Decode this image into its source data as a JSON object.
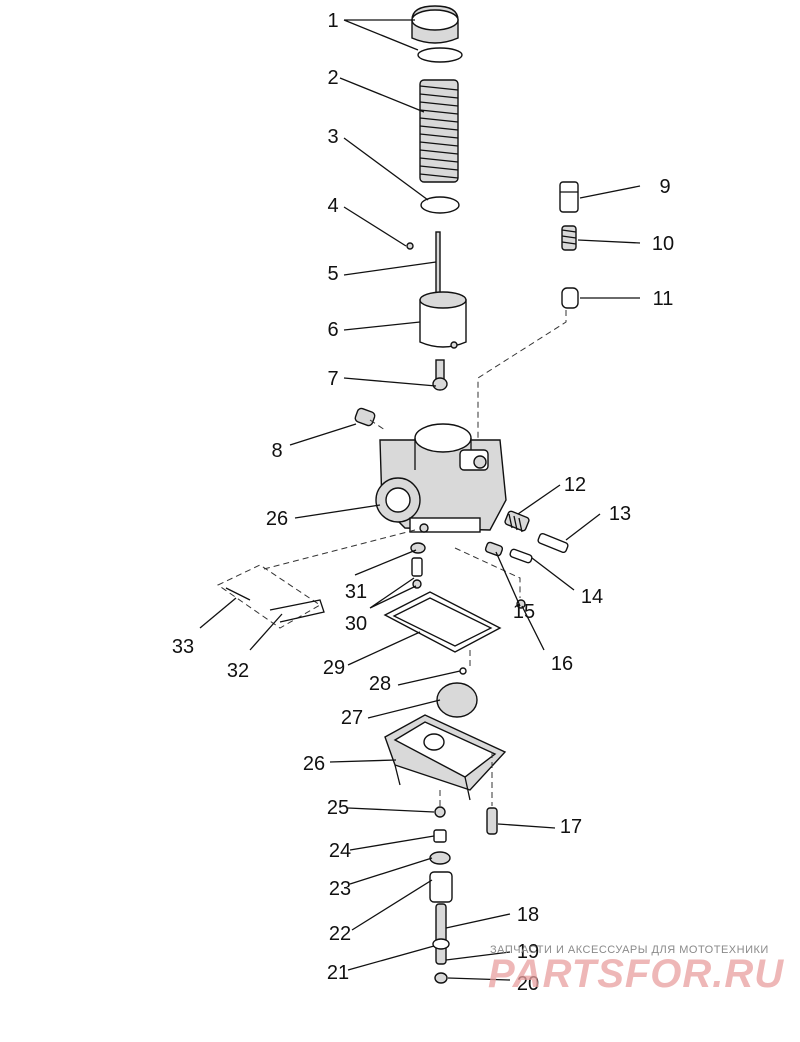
{
  "diagram": {
    "callouts": [
      "1",
      "2",
      "3",
      "4",
      "5",
      "6",
      "7",
      "8",
      "9",
      "10",
      "11",
      "12",
      "13",
      "14",
      "15",
      "16",
      "17",
      "18",
      "19",
      "20",
      "21",
      "22",
      "23",
      "24",
      "25",
      "26",
      "26",
      "27",
      "28",
      "29",
      "30",
      "31",
      "32",
      "33"
    ]
  },
  "watermark": {
    "caption": "ЗАПЧАСТИ И АКСЕССУАРЫ ДЛЯ МОТОТЕХНИКИ",
    "logo": "PARTSFOR.RU"
  }
}
